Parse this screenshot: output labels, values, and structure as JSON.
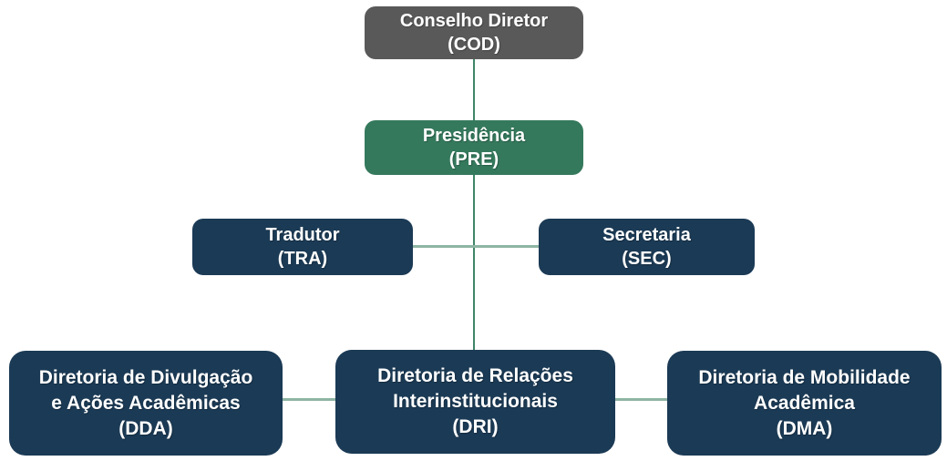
{
  "title": "Organogram",
  "colors": {
    "background": "#FFFFFF",
    "box_gray": "#595959",
    "box_green": "#35795D",
    "box_navy": "#1B3A55",
    "connector_dark": "#3E8566",
    "connector_light": "#8FB5A4",
    "text": "#FFFFFF"
  },
  "nodes": {
    "cod": {
      "lines": [
        "Conselho Diretor",
        "(COD)"
      ]
    },
    "pre": {
      "lines": [
        "Presidência",
        "(PRE)"
      ]
    },
    "tra": {
      "lines": [
        "Tradutor",
        "(TRA)"
      ]
    },
    "sec": {
      "lines": [
        "Secretaria",
        "(SEC)"
      ]
    },
    "dda": {
      "lines": [
        "Diretoria de Divulgação",
        "e Ações Acadêmicas",
        "(DDA)"
      ]
    },
    "dri": {
      "lines": [
        "Diretoria de Relações",
        "Interinstitucionais",
        "(DRI)"
      ]
    },
    "dma": {
      "lines": [
        "Diretoria de Mobilidade",
        "Acadêmica",
        "(DMA)"
      ]
    }
  }
}
